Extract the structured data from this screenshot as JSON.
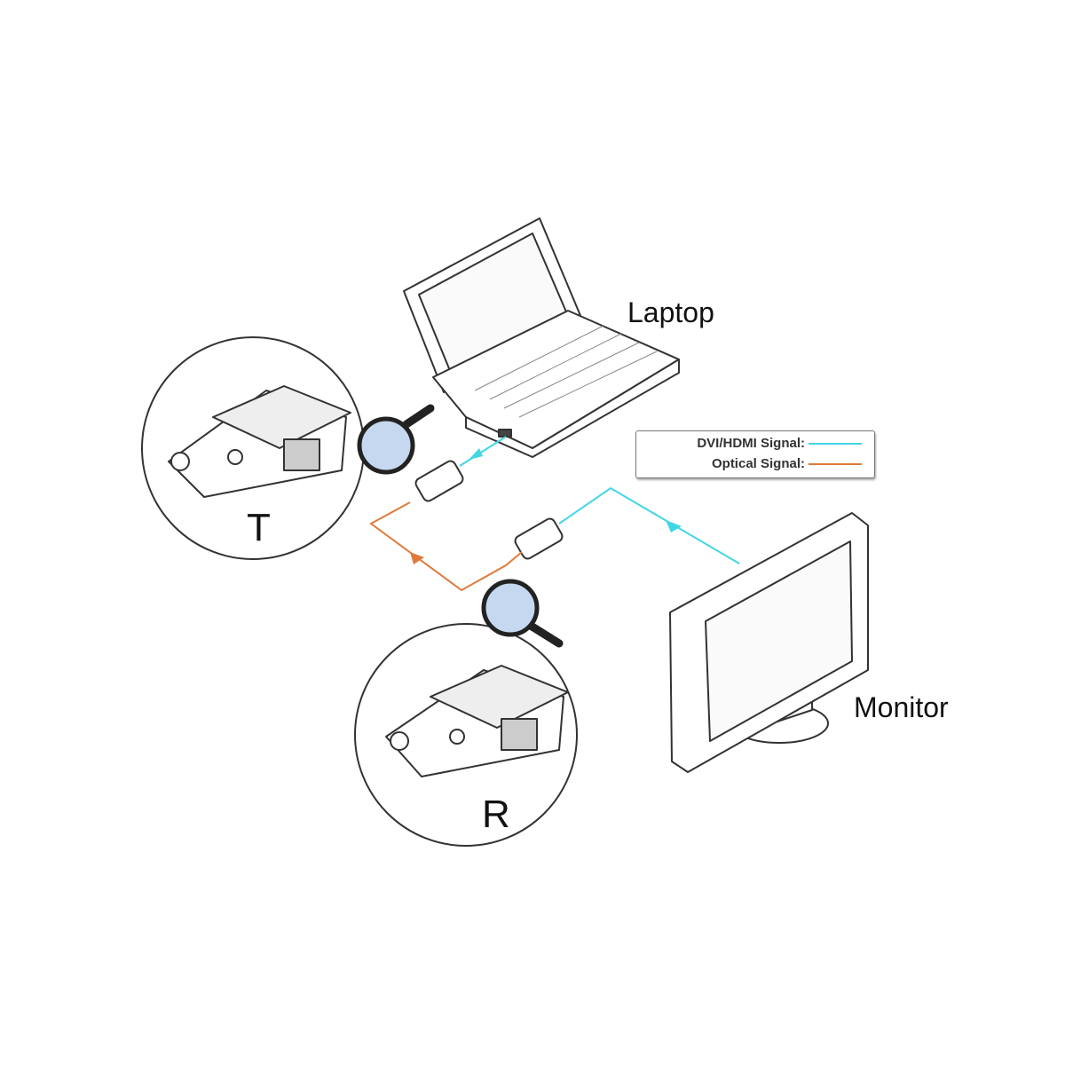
{
  "labels": {
    "laptop": "Laptop",
    "monitor": "Monitor",
    "transmitter": "T",
    "receiver": "R"
  },
  "legend": [
    {
      "label": "DVI/HDMI Signal:",
      "color": "#3fd6e6"
    },
    {
      "label": "Optical Signal:",
      "color": "#e07a3a"
    }
  ],
  "colors": {
    "dvi_hdmi": "#3fd6e6",
    "optical": "#e07a3a",
    "lens": "#c6d8ef",
    "outline": "#333333"
  }
}
